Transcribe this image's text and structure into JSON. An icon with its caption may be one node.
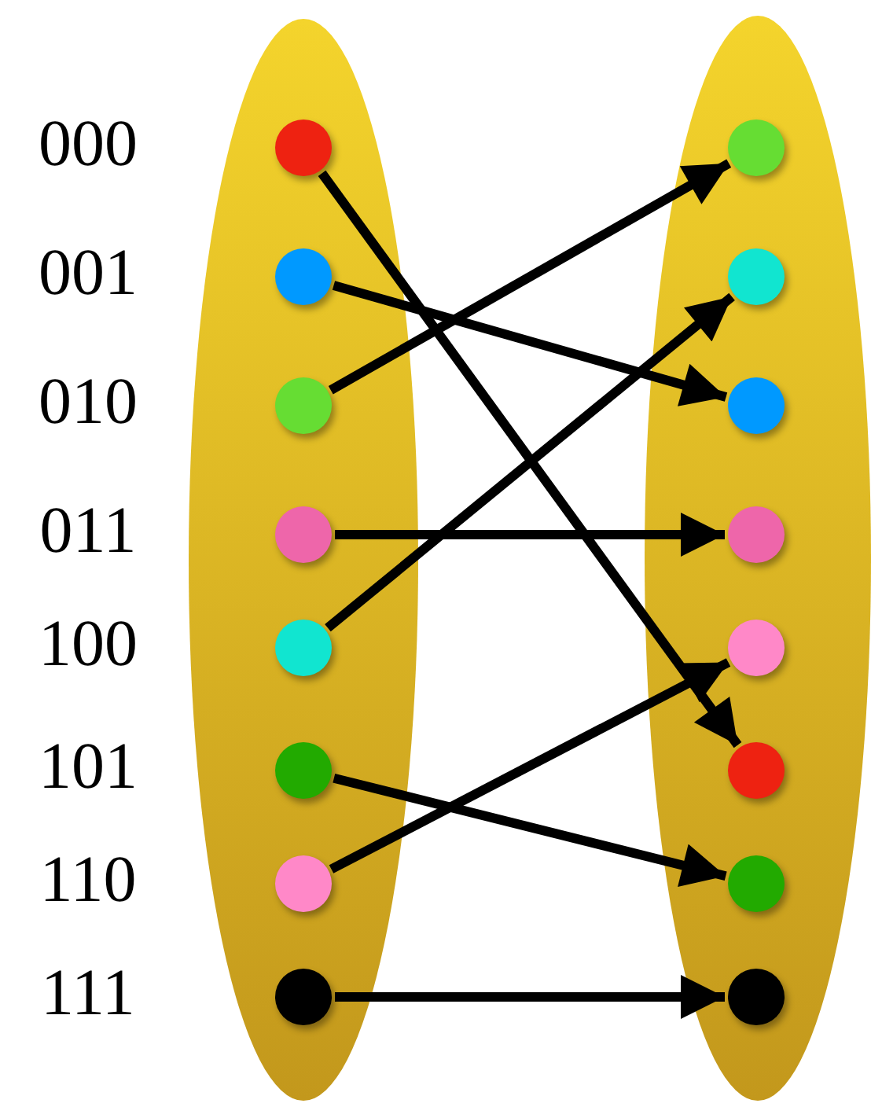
{
  "diagram": {
    "nodes": [
      {
        "text": [],
        "shape": "ellipse"
      },
      {
        "text": [],
        "shape": "circle",
        "in": 0,
        "beside": [
          "000"
        ]
      },
      {
        "text": [],
        "shape": "circle",
        "in": 0,
        "beside": [
          "001"
        ]
      },
      {
        "text": [],
        "shape": "circle",
        "in": 0,
        "beside": [
          "010"
        ]
      },
      {
        "text": [],
        "shape": "circle",
        "in": 0,
        "beside": [
          "011"
        ]
      },
      {
        "text": [],
        "shape": "circle",
        "in": 0,
        "beside": [
          "100"
        ]
      },
      {
        "text": [],
        "shape": "circle",
        "in": 0,
        "beside": [
          "101"
        ]
      },
      {
        "text": [],
        "shape": "circle",
        "in": 0,
        "beside": [
          "110"
        ]
      },
      {
        "text": [],
        "shape": "circle",
        "in": 0,
        "beside": [
          "111"
        ]
      },
      {
        "text": [],
        "shape": "ellipse"
      },
      {
        "text": [],
        "shape": "circle",
        "in": 9
      },
      {
        "text": [],
        "shape": "circle",
        "in": 9
      },
      {
        "text": [],
        "shape": "circle",
        "in": 9
      },
      {
        "text": [],
        "shape": "circle",
        "in": 9
      },
      {
        "text": [],
        "shape": "circle",
        "in": 9
      },
      {
        "text": [],
        "shape": "circle",
        "in": 9
      },
      {
        "text": [],
        "shape": "circle",
        "in": 9
      },
      {
        "text": [],
        "shape": "circle",
        "in": 9
      }
    ],
    "edges": [
      {
        "from": 1,
        "to": 15,
        "arrow": "to"
      },
      {
        "from": 2,
        "to": 12,
        "arrow": "to"
      },
      {
        "from": 3,
        "to": 10,
        "arrow": "to"
      },
      {
        "from": 4,
        "to": 13,
        "arrow": "to"
      },
      {
        "from": 5,
        "to": 11,
        "arrow": "to"
      },
      {
        "from": 6,
        "to": 16,
        "arrow": "to"
      },
      {
        "from": 7,
        "to": 14,
        "arrow": "to"
      },
      {
        "from": 8,
        "to": 17,
        "arrow": "to"
      }
    ]
  }
}
